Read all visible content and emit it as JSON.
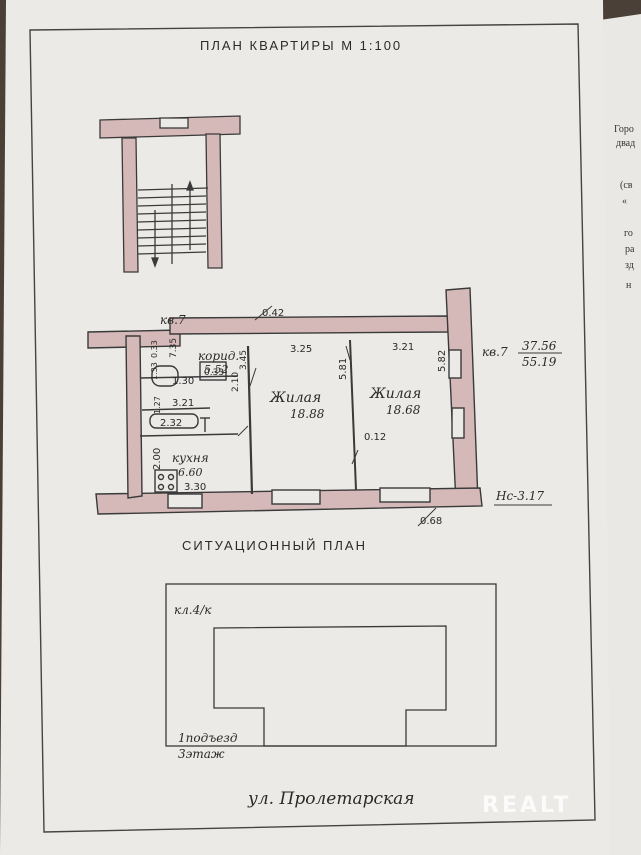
{
  "header": {
    "title": "ПЛАН КВАРТИРЫ  М 1:100"
  },
  "plan": {
    "apartment_label": "кв.7",
    "apartment_area": {
      "label": "кв.7",
      "living": "37.56",
      "total": "55.19"
    },
    "ceiling_height": "Нс-3.17",
    "rooms": [
      {
        "id": "corridor",
        "name": "корид.",
        "area": "5.52"
      },
      {
        "id": "living1",
        "name": "Жилая",
        "area": "18.88"
      },
      {
        "id": "living2",
        "name": "Жилая",
        "area": "18.68"
      },
      {
        "id": "kitchen",
        "name": "кухня",
        "area": "6.60"
      }
    ],
    "dimensions": [
      "0.42",
      "3.25",
      "3.21",
      "5.82",
      "5.81",
      "7.35",
      "0.33",
      "1.33",
      "1.30",
      "0.33",
      "2.10",
      "3.45",
      "1.27",
      "3.21",
      "2.32",
      "2.00",
      "3.30",
      "0.12",
      "0.68"
    ]
  },
  "situation": {
    "title": "СИТУАЦИОННЫЙ  ПЛАН",
    "building_tag": "кл.4/к",
    "entrance_label": "1подъезд",
    "floor_label": "3этаж",
    "street": "ул. Пролетарская"
  },
  "side_document": {
    "lines": [
      "Горо",
      "двад",
      "(св",
      "«",
      "го",
      "ра",
      "зд",
      "н"
    ]
  },
  "watermark": {
    "text": "REALT"
  },
  "colors": {
    "paper": "#eceae6",
    "wall_fill": "#d4b9b8",
    "line": "#3a3a3a",
    "background": "#4a4038"
  }
}
